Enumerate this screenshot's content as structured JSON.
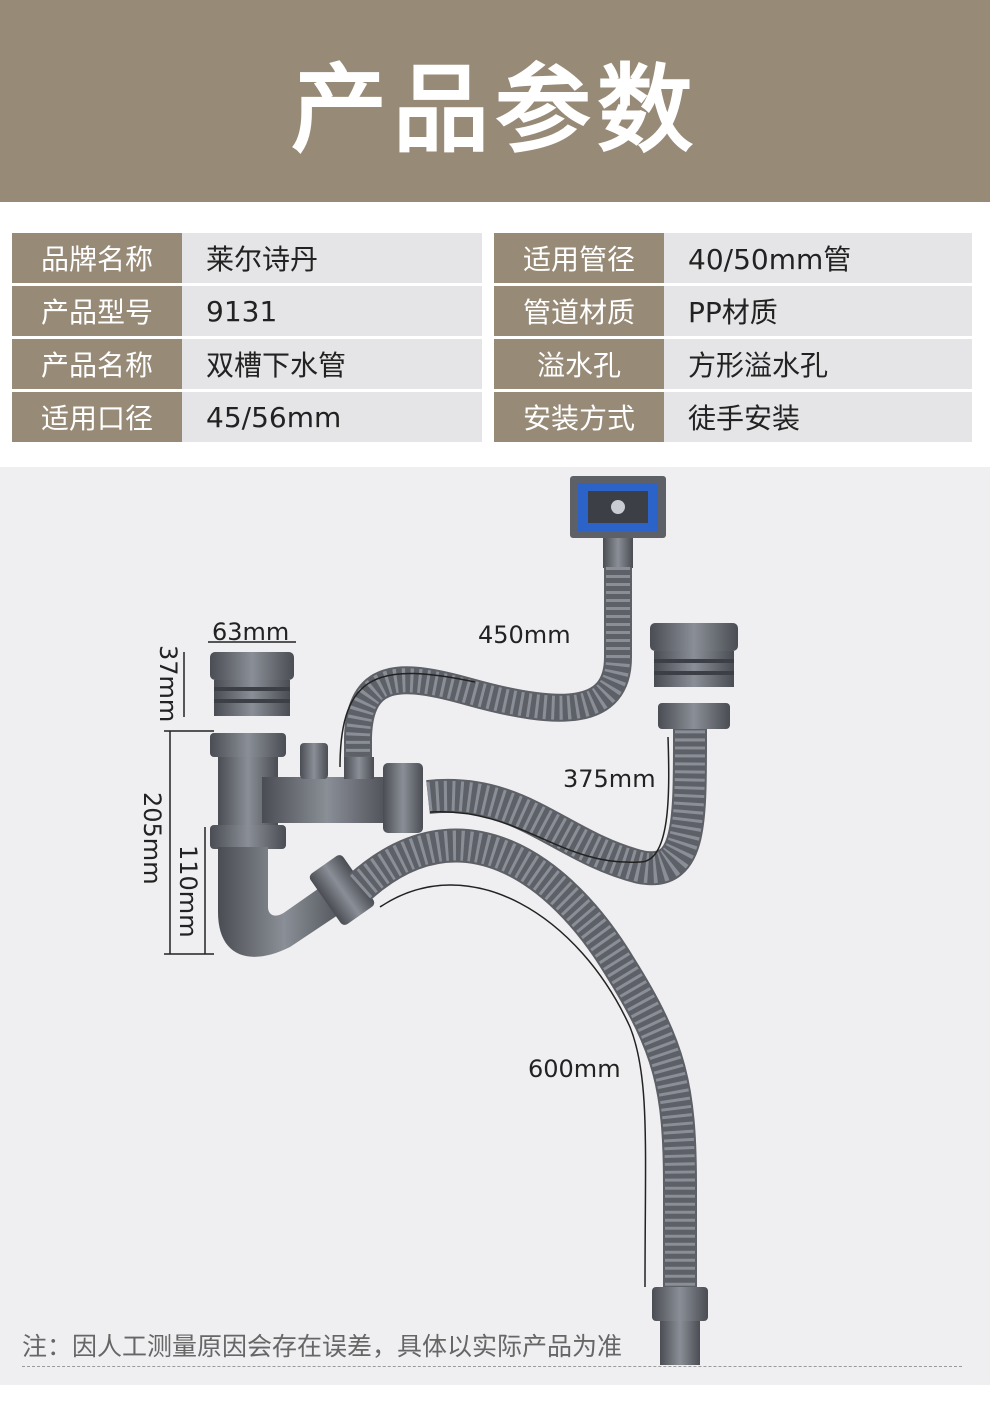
{
  "header": {
    "title": "产品参数"
  },
  "specs": [
    {
      "k1": "品牌名称",
      "v1": "莱尔诗丹",
      "k2": "适用管径",
      "v2": "40/50mm管"
    },
    {
      "k1": "产品型号",
      "v1": "9131",
      "k2": "管道材质",
      "v2": "PP材质"
    },
    {
      "k1": "产品名称",
      "v1": "双槽下水管",
      "k2": "溢水孔",
      "v2": "方形溢水孔"
    },
    {
      "k1": "适用口径",
      "v1": "45/56mm",
      "k2": "安装方式",
      "v2": "徒手安装"
    }
  ],
  "dimensions": {
    "width_63": "63mm",
    "height_37": "37mm",
    "height_205": "205mm",
    "height_110": "110mm",
    "hose_450": "450mm",
    "hose_375": "375mm",
    "hose_600": "600mm"
  },
  "footer": {
    "note": "注：因人工测量原因会存在误差，具体以实际产品为准"
  },
  "colors": {
    "banner": "#978a77",
    "value_bg": "#e5e5e7",
    "photo_bg": "#efeff1",
    "pipe": "#5d6067",
    "overflow_blue": "#2b63c9"
  }
}
